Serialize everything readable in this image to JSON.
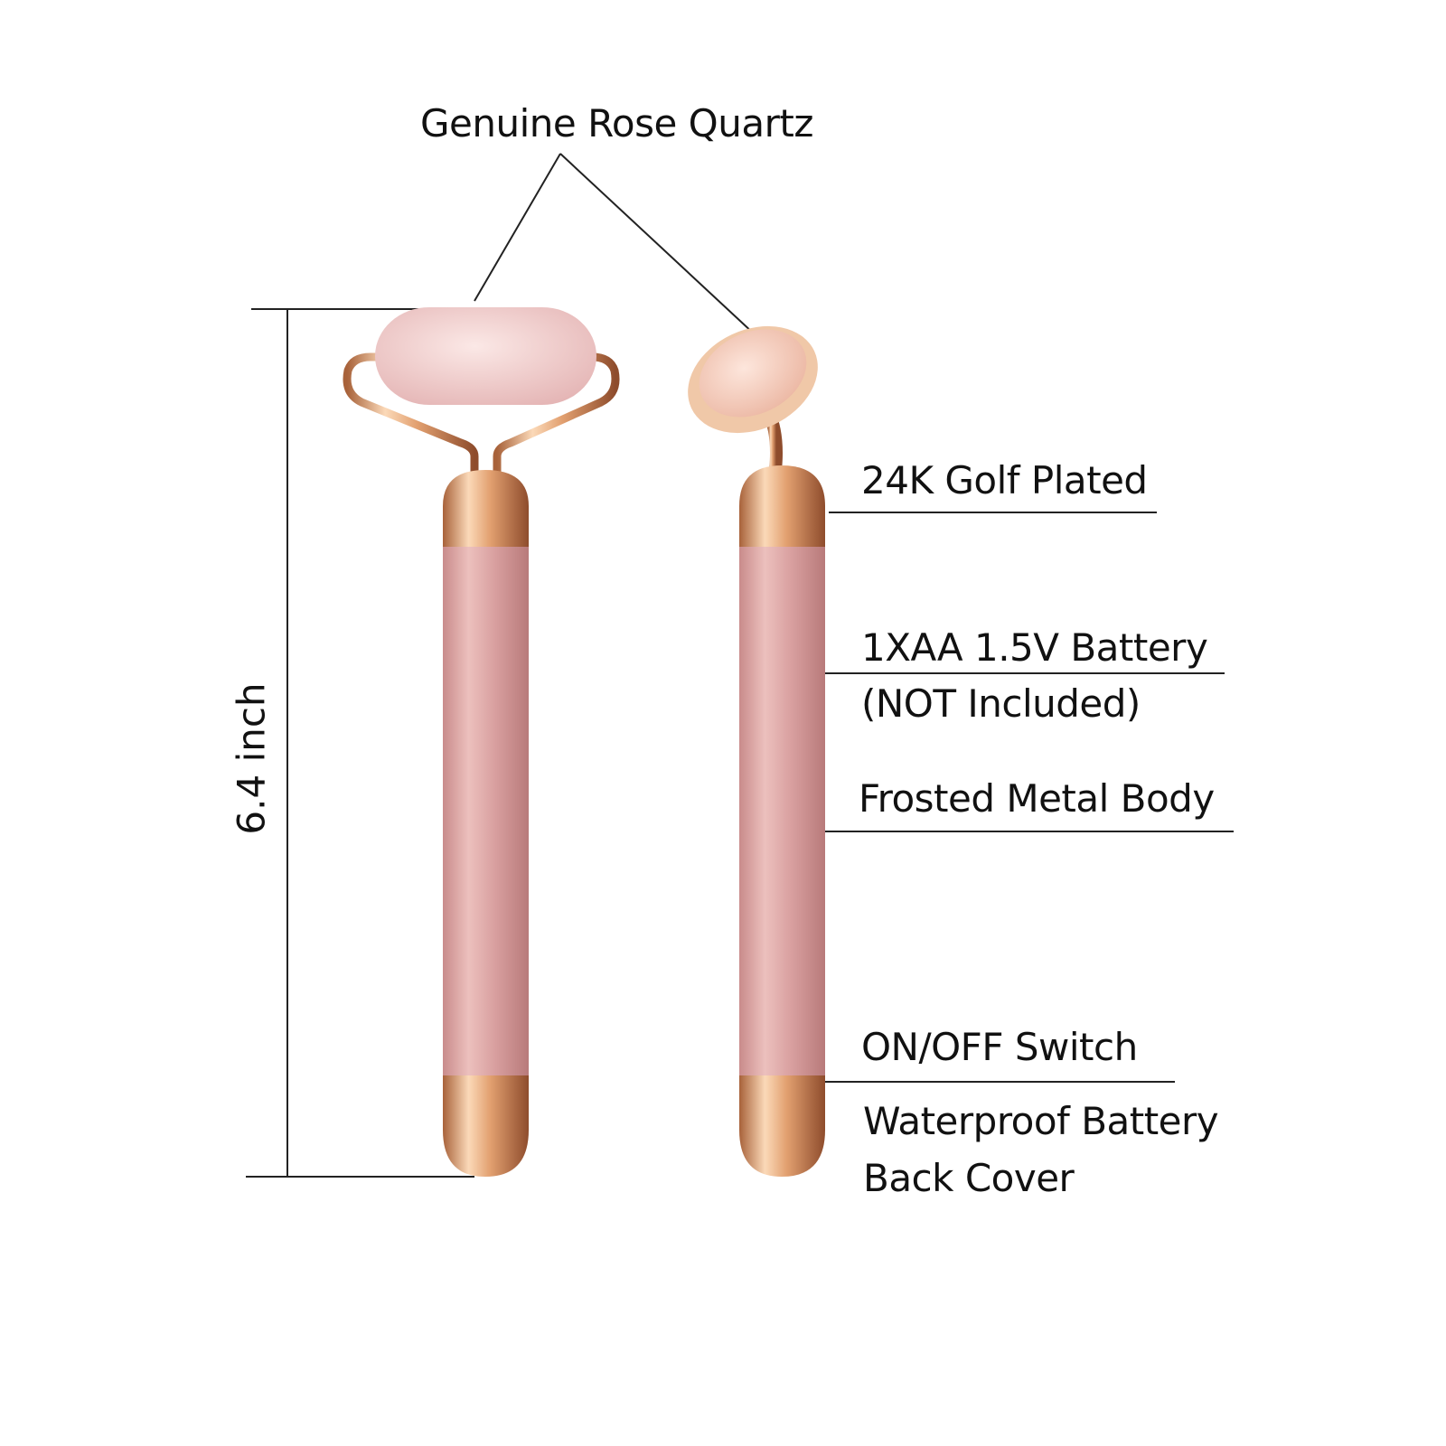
{
  "labels": {
    "stone": "Genuine Rose Quartz",
    "plating": "24K Golf Plated",
    "battery_line1": "1XAA 1.5V Battery",
    "battery_line2": "(NOT Included)",
    "body": "Frosted Metal Body",
    "switch": "ON/OFF Switch",
    "cover_line1": "Waterproof Battery",
    "cover_line2": "Back Cover",
    "height": "6.4 inch"
  },
  "colors": {
    "background": "#ffffff",
    "text": "#111111",
    "rose_body": "#d9a3a3",
    "gold": "#e0a070",
    "quartz": "#f3d3d3"
  }
}
